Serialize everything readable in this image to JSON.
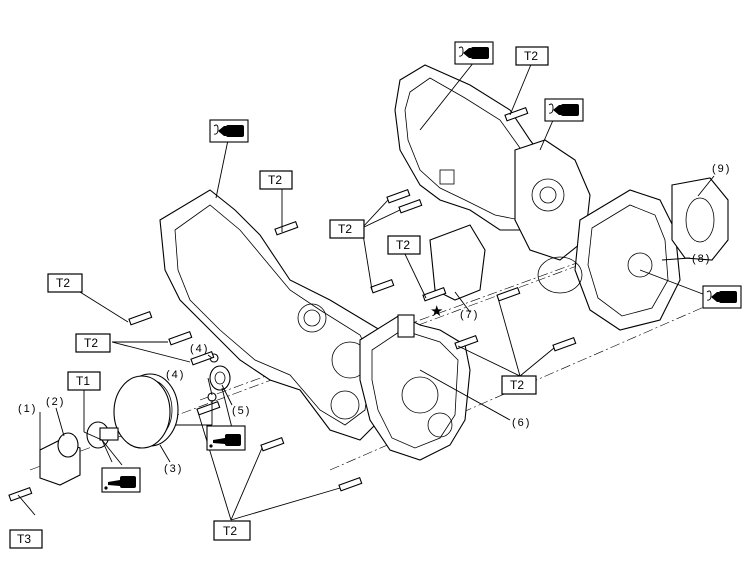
{
  "torque_labels": {
    "t1": "T1",
    "t2": "T2",
    "t3": "T3"
  },
  "part_numbers": [
    "(1)",
    "(2)",
    "(3)",
    "(4)",
    "(4)",
    "(5)",
    "(6)",
    "(7)",
    "(8)",
    "(9)"
  ],
  "marks": {
    "star": "★"
  },
  "icons": [
    "sealant-tube-icon",
    "oil-can-icon"
  ]
}
